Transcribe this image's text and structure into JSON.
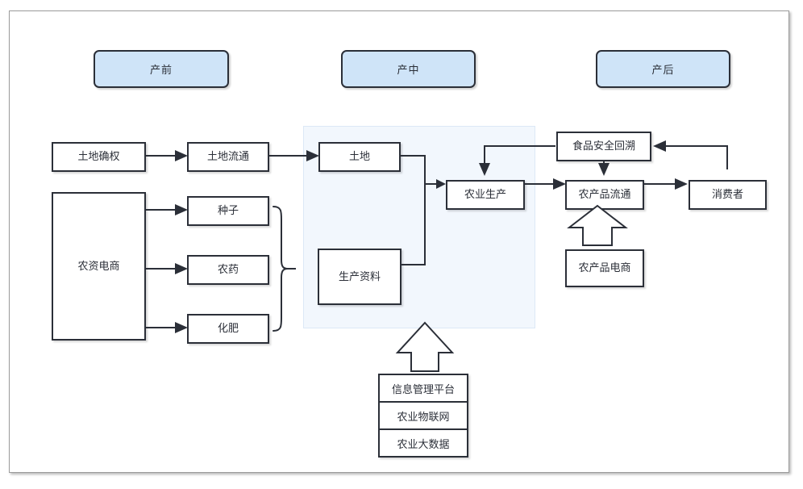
{
  "diagram": {
    "title": "",
    "type": "flowchart",
    "phases": [
      {
        "id": "pre",
        "label": "产前"
      },
      {
        "id": "mid",
        "label": "产中"
      },
      {
        "id": "post",
        "label": "产后"
      }
    ],
    "nodes": [
      {
        "id": "land_right",
        "label": "土地确权",
        "phase": "pre"
      },
      {
        "id": "land_circ",
        "label": "土地流通",
        "phase": "pre"
      },
      {
        "id": "agri_ecom",
        "label": "农资电商",
        "phase": "pre"
      },
      {
        "id": "seed",
        "label": "种子",
        "phase": "pre"
      },
      {
        "id": "pesticide",
        "label": "农药",
        "phase": "pre"
      },
      {
        "id": "fertilizer",
        "label": "化肥",
        "phase": "pre"
      },
      {
        "id": "land",
        "label": "土地",
        "phase": "mid"
      },
      {
        "id": "materials",
        "label": "生产资料",
        "phase": "mid"
      },
      {
        "id": "production",
        "label": "农业生产",
        "phase": "mid"
      },
      {
        "id": "traceability",
        "label": "食品安全回溯",
        "phase": "post"
      },
      {
        "id": "distribution",
        "label": "农产品流通",
        "phase": "post"
      },
      {
        "id": "consumer",
        "label": "消费者",
        "phase": "post"
      },
      {
        "id": "product_ecom",
        "label": "农产品电商",
        "phase": "post"
      }
    ],
    "platform_stack": {
      "rows": [
        {
          "id": "info_platform",
          "label": "信息管理平台"
        },
        {
          "id": "agri_iot",
          "label": "农业物联网"
        },
        {
          "id": "agri_bigdata",
          "label": "农业大数据"
        }
      ]
    },
    "colors": {
      "chip_fill": "#cfe4f8",
      "node_fill": "#ffffff",
      "stroke": "#2b2f38",
      "panel_fill": "#f2f7fd",
      "panel_border": "#dce8f6",
      "frame_border": "#9b9b9b",
      "background": "#ffffff"
    }
  }
}
